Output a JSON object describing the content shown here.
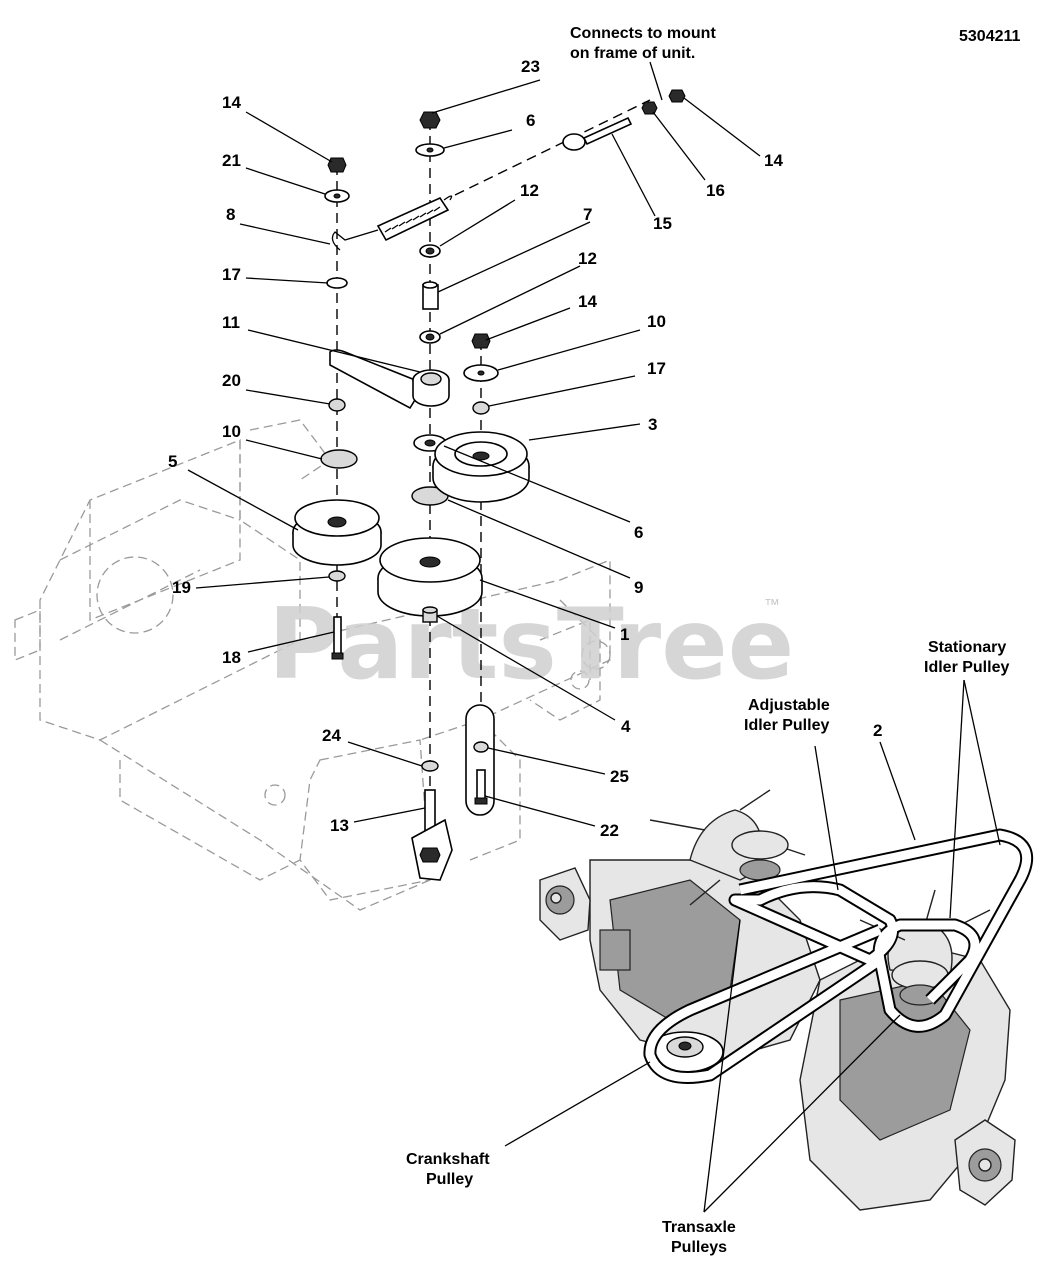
{
  "document_number": "5304211",
  "watermark": {
    "text": "PartsTree",
    "trademark": "™"
  },
  "notes": {
    "frame_mount_line1": "Connects to mount",
    "frame_mount_line2": "on frame of unit.",
    "stationary_idler_line1": "Stationary",
    "stationary_idler_line2": "Idler Pulley",
    "adjustable_idler_line1": "Adjustable",
    "adjustable_idler_line2": "Idler Pulley",
    "crankshaft_line1": "Crankshaft",
    "crankshaft_line2": "Pulley",
    "transaxle_line1": "Transaxle",
    "transaxle_line2": "Pulleys"
  },
  "callouts": {
    "c23": "23",
    "c6a": "6",
    "c14a": "14",
    "c21": "21",
    "c12a": "12",
    "c8": "8",
    "c7": "7",
    "c17a": "17",
    "c12b": "12",
    "c14b": "14",
    "c11": "11",
    "c10a": "10",
    "c20": "20",
    "c17b": "17",
    "c10b": "10",
    "c3": "3",
    "c5": "5",
    "c6b": "6",
    "c9": "9",
    "c19": "19",
    "c1": "1",
    "c18": "18",
    "c4": "4",
    "c24": "24",
    "c25": "25",
    "c13": "13",
    "c22": "22",
    "c14c": "14",
    "c16": "16",
    "c15": "15",
    "c2": "2"
  }
}
